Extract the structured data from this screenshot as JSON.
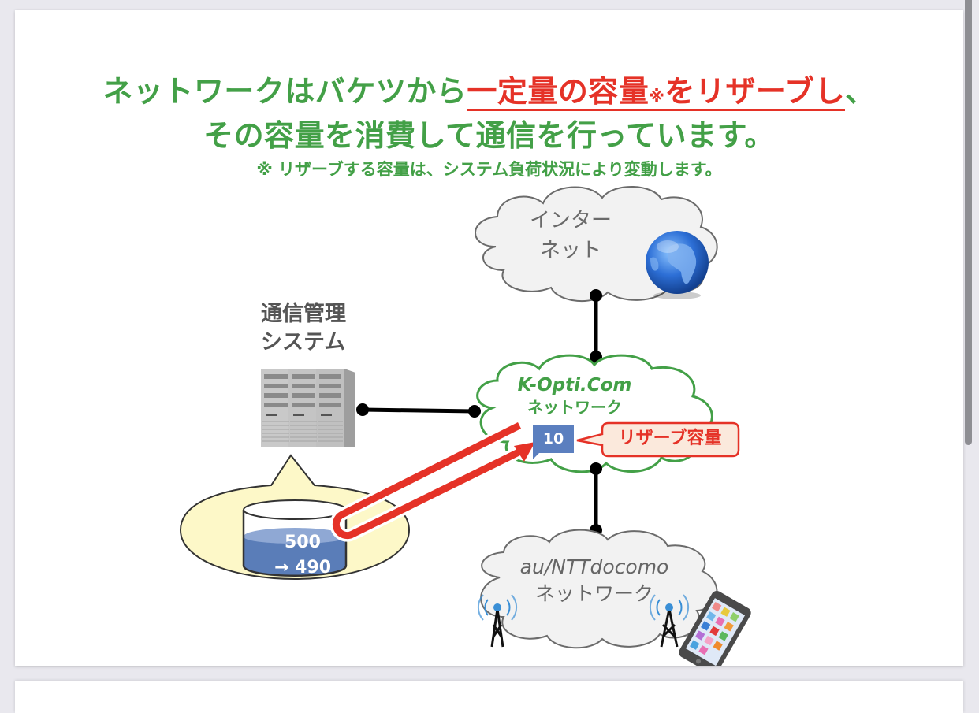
{
  "viewer": {
    "background_color": "#e9e8ee",
    "scrollbar_label": "scrollbar"
  },
  "slide": {
    "headline": {
      "line1_part1": "ネットワークはバケツから",
      "line1_highlight": "一定量の容量",
      "line1_note_mark": "※",
      "line1_highlight2": "をリザーブし",
      "line1_end": "、",
      "line2": "その容量を消費して通信を行っています。",
      "note": "※ リザーブする容量は、システム負荷状況により変動します。"
    },
    "colors": {
      "green": "#43a047",
      "red": "#e53227",
      "blue_box": "#5b7fbf",
      "callout_fill": "#fbe9dc",
      "bucket_water": "#5a7db8",
      "speech_fill": "#fdf8c8"
    },
    "diagram": {
      "internet_cloud": {
        "line1": "インター",
        "line2": "ネット",
        "icon": "globe-icon"
      },
      "management_system": {
        "line1": "通信管理",
        "line2": "システム",
        "icon": "server-rack-icon"
      },
      "kopti_cloud": {
        "name": "K-Opti.Com",
        "subtitle": "ネットワーク"
      },
      "reserved_box": {
        "value": "10"
      },
      "reserved_callout": {
        "label": "リザーブ容量"
      },
      "bucket": {
        "before": "500",
        "after": "→ 490",
        "icon": "bucket-icon"
      },
      "mobile_cloud": {
        "name": "au/NTTdocomo",
        "subtitle": "ネットワーク",
        "icons": [
          "antenna-tower-icon",
          "antenna-tower-icon",
          "smartphone-icon"
        ]
      }
    }
  }
}
